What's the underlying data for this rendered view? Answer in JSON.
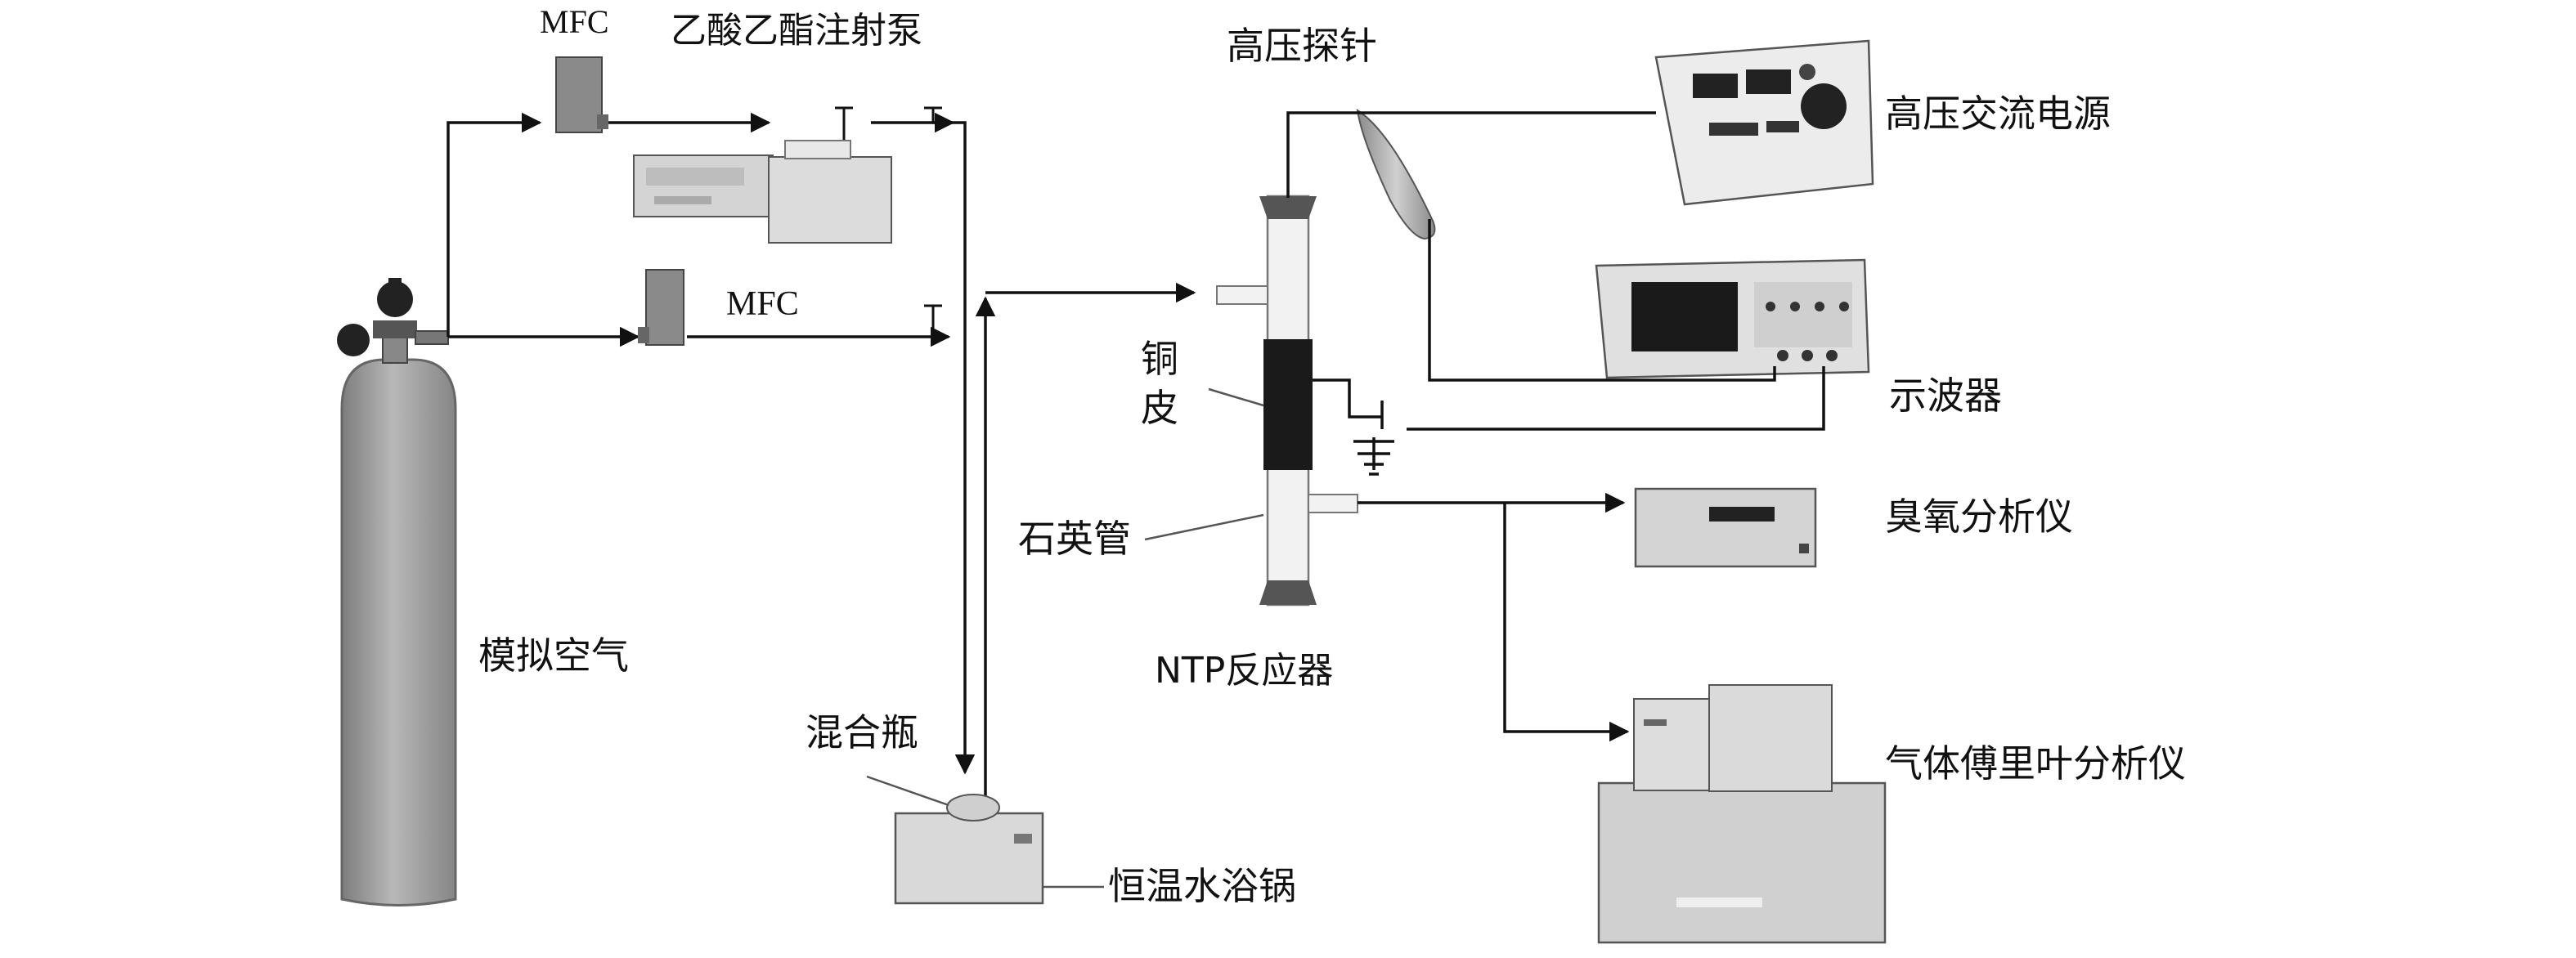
{
  "labels": {
    "mfc_top": "MFC",
    "pump": "乙酸乙酯注射泵",
    "mfc_mid": "MFC",
    "simulated_air": "模拟空气",
    "mixing_bottle": "混合瓶",
    "water_bath": "恒温水浴锅",
    "copper_1": "铜",
    "copper_2": "皮",
    "quartz_tube": "石英管",
    "reactor": "NTP反应器",
    "hv_probe": "高压探针",
    "hv_power": "高压交流电源",
    "oscilloscope": "示波器",
    "ozone_analyzer": "臭氧分析仪",
    "ftir_analyzer": "气体傅里叶分析仪"
  },
  "colors": {
    "line": "#111111",
    "cylinder": "#9a9a9a",
    "device_body": "#d9d9d9",
    "device_edge": "#555555",
    "copper": "#1a1a1a",
    "tube": "#f0f0f0"
  }
}
